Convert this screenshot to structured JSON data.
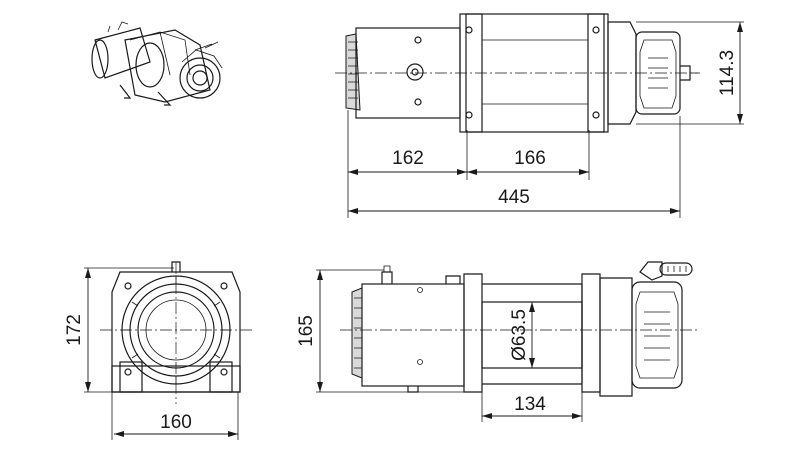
{
  "dimensions": {
    "top_left_length": "162",
    "top_right_length": "166",
    "overall_length": "445",
    "top_height": "114.3",
    "side_height": "172",
    "side_width": "160",
    "front_height": "165",
    "drum_diameter": "Ø63.5",
    "drum_length": "134"
  }
}
